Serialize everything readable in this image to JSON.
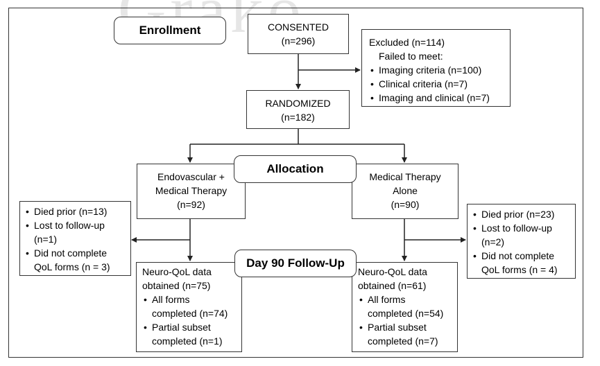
{
  "watermark": "Grako",
  "enrollment": "Enrollment",
  "consented": {
    "label": "CONSENTED",
    "n": "(n=296)"
  },
  "excluded": {
    "title": "Excluded (n=114)",
    "subtitle": "Failed to meet:",
    "items": [
      "Imaging criteria (n=100)",
      "Clinical criteria (n=7)",
      "Imaging and clinical (n=7)"
    ]
  },
  "randomized": {
    "label": "RANDOMIZED",
    "n": "(n=182)"
  },
  "allocation": "Allocation",
  "endovascular": {
    "line1": "Endovascular +",
    "line2": "Medical Therapy",
    "n": "(n=92)"
  },
  "medical": {
    "line1": "Medical Therapy",
    "line2": "Alone",
    "n": "(n=90)"
  },
  "left_loss": {
    "items": [
      "Died prior (n=13)",
      "Lost to follow-up",
      "Did not complete"
    ],
    "cont": [
      "(n=1)",
      "QoL forms (n = 3)"
    ]
  },
  "right_loss": {
    "items": [
      "Died prior (n=23)",
      "Lost to follow-up",
      "Did not complete"
    ],
    "cont": [
      "(n=2)",
      "QoL forms (n = 4)"
    ]
  },
  "followup": "Day 90 Follow-Up",
  "left_result": {
    "line1": "Neuro-QoL data",
    "line2": "obtained (n=75)",
    "b1": "All forms",
    "b1c": "completed (n=74)",
    "b2": "Partial subset",
    "b2c": "completed (n=1)"
  },
  "right_result": {
    "line1": "Neuro-QoL data",
    "line2": "obtained (n=61)",
    "b1": "All forms",
    "b1c": "completed (n=54)",
    "b2": "Partial subset",
    "b2c": "completed (n=7)"
  }
}
